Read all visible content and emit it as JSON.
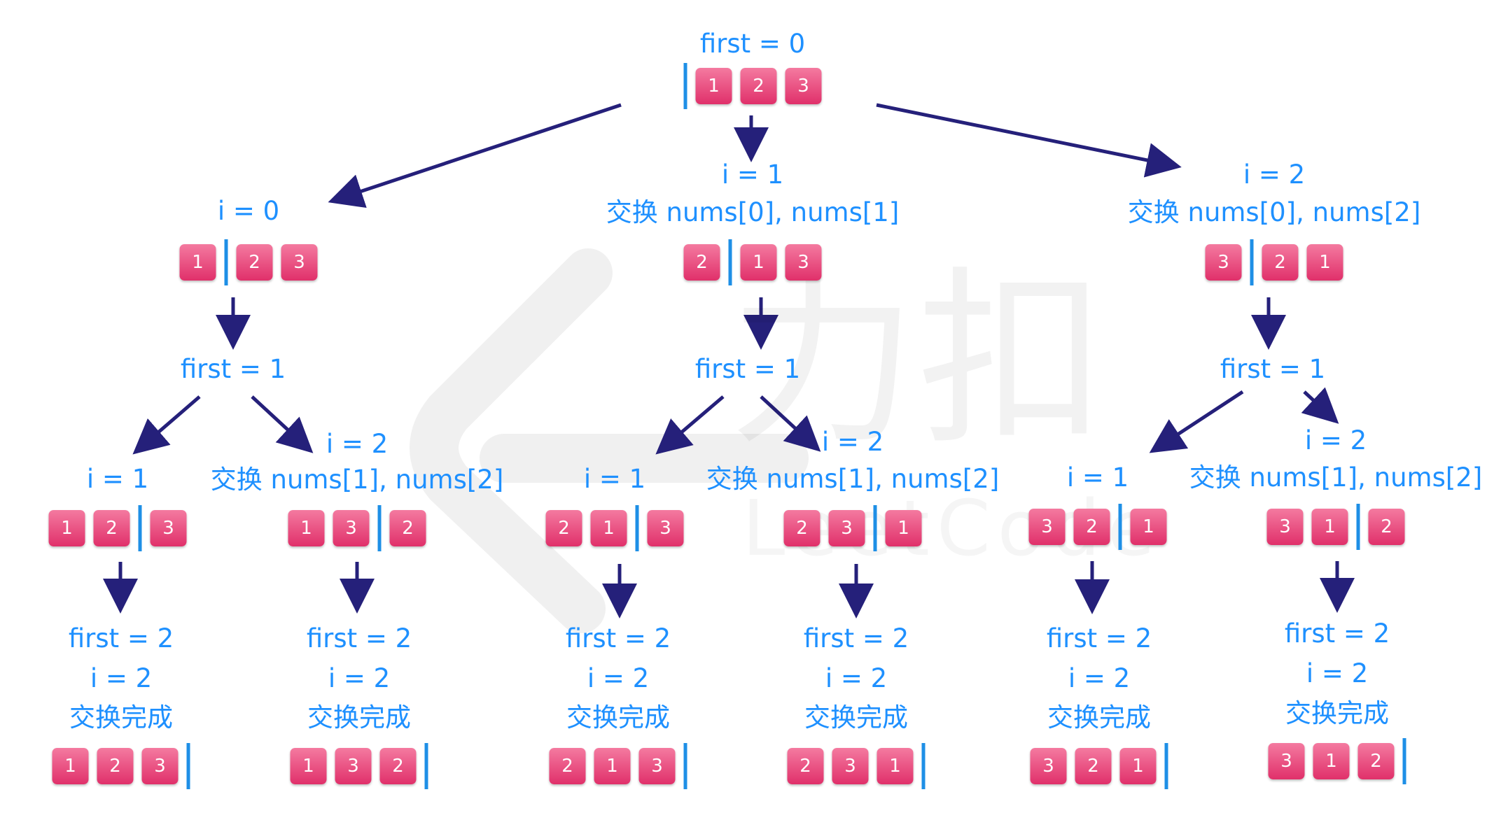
{
  "colors": {
    "label": "#1e90ff",
    "box_top": "#f47aa0",
    "box_bottom": "#e0306a",
    "separator": "#1e8fe6",
    "arrow": "#25207a"
  },
  "watermark": {
    "brand": "力扣",
    "sub": "LeetCode",
    "icon": "leetcode-logo-icon"
  },
  "nodes": [
    {
      "id": "root",
      "lines": [
        "first = 0"
      ],
      "array": [
        "|",
        "1",
        "2",
        "3"
      ]
    },
    {
      "id": "n-a",
      "lines": [
        "i = 0"
      ],
      "array": [
        "1",
        "|",
        "2",
        "3"
      ]
    },
    {
      "id": "n-b",
      "lines": [
        "i = 1",
        "交换 nums[0], nums[1]"
      ],
      "array": [
        "2",
        "|",
        "1",
        "3"
      ]
    },
    {
      "id": "n-c",
      "lines": [
        "i = 2",
        "交换 nums[0], nums[2]"
      ],
      "array": [
        "3",
        "|",
        "2",
        "1"
      ]
    },
    {
      "id": "n-a-first",
      "lines": [
        "first = 1"
      ],
      "array": []
    },
    {
      "id": "n-b-first",
      "lines": [
        "first = 1"
      ],
      "array": []
    },
    {
      "id": "n-c-first",
      "lines": [
        "first = 1"
      ],
      "array": []
    },
    {
      "id": "n-a1",
      "lines": [
        "i = 1"
      ],
      "array": [
        "1",
        "2",
        "|",
        "3"
      ]
    },
    {
      "id": "n-a2",
      "lines": [
        "i = 2",
        "交换 nums[1], nums[2]"
      ],
      "array": [
        "1",
        "3",
        "|",
        "2"
      ]
    },
    {
      "id": "n-b1",
      "lines": [
        "i = 1"
      ],
      "array": [
        "2",
        "1",
        "|",
        "3"
      ]
    },
    {
      "id": "n-b2",
      "lines": [
        "i = 2",
        "交换 nums[1], nums[2]"
      ],
      "array": [
        "2",
        "3",
        "|",
        "1"
      ]
    },
    {
      "id": "n-c1",
      "lines": [
        "i = 1"
      ],
      "array": [
        "3",
        "2",
        "|",
        "1"
      ]
    },
    {
      "id": "n-c2",
      "lines": [
        "i = 2",
        "交换 nums[1], nums[2]"
      ],
      "array": [
        "3",
        "1",
        "|",
        "2"
      ]
    },
    {
      "id": "leaf-1",
      "lines": [
        "first = 2",
        "i = 2",
        "交换完成"
      ],
      "array": [
        "1",
        "2",
        "3",
        "|"
      ]
    },
    {
      "id": "leaf-2",
      "lines": [
        "first = 2",
        "i = 2",
        "交换完成"
      ],
      "array": [
        "1",
        "3",
        "2",
        "|"
      ]
    },
    {
      "id": "leaf-3",
      "lines": [
        "first = 2",
        "i = 2",
        "交换完成"
      ],
      "array": [
        "2",
        "1",
        "3",
        "|"
      ]
    },
    {
      "id": "leaf-4",
      "lines": [
        "first = 2",
        "i = 2",
        "交换完成"
      ],
      "array": [
        "2",
        "3",
        "1",
        "|"
      ]
    },
    {
      "id": "leaf-5",
      "lines": [
        "first = 2",
        "i = 2",
        "交换完成"
      ],
      "array": [
        "3",
        "2",
        "1",
        "|"
      ]
    },
    {
      "id": "leaf-6",
      "lines": [
        "first = 2",
        "i = 2",
        "交换完成"
      ],
      "array": [
        "3",
        "1",
        "2",
        "|"
      ]
    }
  ],
  "edges": [
    {
      "from": "root",
      "to": "n-a"
    },
    {
      "from": "root",
      "to": "n-b"
    },
    {
      "from": "root",
      "to": "n-c"
    },
    {
      "from": "n-a",
      "to": "n-a-first"
    },
    {
      "from": "n-b",
      "to": "n-b-first"
    },
    {
      "from": "n-c",
      "to": "n-c-first"
    },
    {
      "from": "n-a-first",
      "to": "n-a1"
    },
    {
      "from": "n-a-first",
      "to": "n-a2"
    },
    {
      "from": "n-b-first",
      "to": "n-b1"
    },
    {
      "from": "n-b-first",
      "to": "n-b2"
    },
    {
      "from": "n-c-first",
      "to": "n-c1"
    },
    {
      "from": "n-c-first",
      "to": "n-c2"
    },
    {
      "from": "n-a1",
      "to": "leaf-1"
    },
    {
      "from": "n-a2",
      "to": "leaf-2"
    },
    {
      "from": "n-b1",
      "to": "leaf-3"
    },
    {
      "from": "n-b2",
      "to": "leaf-4"
    },
    {
      "from": "n-c1",
      "to": "leaf-5"
    },
    {
      "from": "n-c2",
      "to": "leaf-6"
    }
  ]
}
